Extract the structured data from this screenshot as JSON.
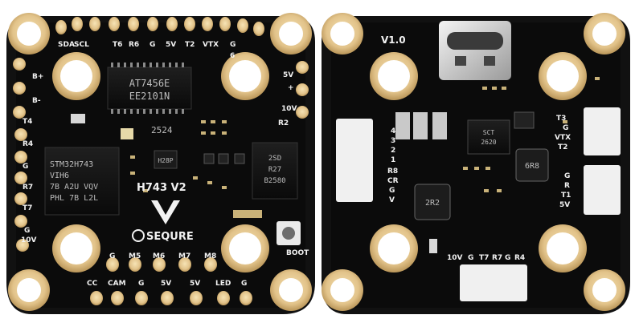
{
  "front_board": {
    "model_label": "H743 V2",
    "brand": "SEQURE",
    "mcu_marking": [
      "STM32H743",
      "VIH6",
      "7B A2U VQV",
      "PHL 7B L2L"
    ],
    "osd_chip_marking": [
      "AT7456E",
      "EE2101N"
    ],
    "small_chip_marking": "2524",
    "baro_marking": [
      "2SD",
      "R27",
      "B2580"
    ],
    "tiny_chip_marking": "H28P",
    "pads_top": [
      "SDA",
      "SCL",
      "T6",
      "R6",
      "G",
      "5V",
      "T2",
      "VTX",
      "G"
    ],
    "pads_left": [
      "B+",
      "B-",
      "T4",
      "R4",
      "G",
      "R7",
      "T7",
      "G",
      "10V"
    ],
    "pads_right": [
      "10V",
      "+",
      "5V",
      "R2",
      "6"
    ],
    "pads_bottom_row1": [
      "G",
      "M5",
      "M6",
      "M7",
      "M8"
    ],
    "pads_bottom_row2": [
      "CC",
      "CAM",
      "G",
      "5V",
      "5V",
      "LED",
      "G"
    ],
    "boot_label": "BOOT"
  },
  "back_board": {
    "version_label": "V1.0",
    "regulator_marking": [
      "SCT",
      "2620"
    ],
    "inductor_marking_1": "6R8",
    "inductor_marking_2": "2R2",
    "pads_left": [
      "4",
      "3",
      "2",
      "1",
      "R8",
      "CR",
      "G",
      "V"
    ],
    "pads_right_top": [
      "T3",
      "G",
      "VTX",
      "T2"
    ],
    "pads_right_bottom": [
      "G",
      "R",
      "T1",
      "5V"
    ],
    "pads_bottom": [
      "10V",
      "G",
      "T7",
      "R7",
      "G",
      "R4"
    ]
  }
}
